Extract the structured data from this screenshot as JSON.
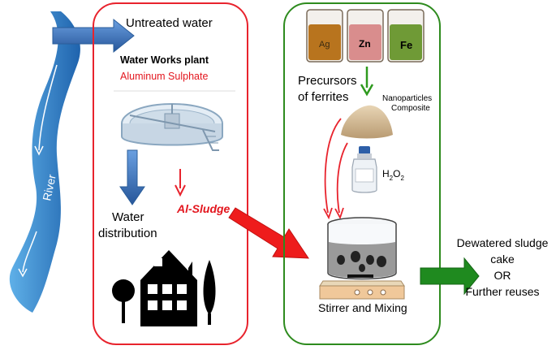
{
  "river": {
    "label": "River"
  },
  "left_panel": {
    "untreated": "Untreated water",
    "plant_title": "Water Works plant",
    "plant_sub": "Aluminum Sulphate",
    "water": "Water",
    "distribution": "distribution",
    "sludge": "Al-Sludge"
  },
  "right_panel": {
    "jars": [
      {
        "label": "Ag",
        "color": "#b8741e"
      },
      {
        "label": "Zn",
        "color": "#d98d8d"
      },
      {
        "label": "Fe",
        "color": "#6f9a36"
      }
    ],
    "precursors_1": "Precursors",
    "precursors_2": "of ferrites",
    "nano_1": "Nanoparticles",
    "nano_2": "Composite",
    "h2o2_main": "H",
    "h2o2_sub1": "2",
    "h2o2_mid": "O",
    "h2o2_sub2": "2",
    "stirrer": "Stirrer and Mixing"
  },
  "output": {
    "line1": "Dewatered sludge",
    "line2": "cake",
    "line3": "OR",
    "line4": "Further reuses"
  },
  "colors": {
    "left_border": "#e8232d",
    "right_border": "#2e8b1e",
    "river": "#2f79c4",
    "inflow_arrow": "#3a78c0",
    "sludge_arrow": "#ee1c1c",
    "out_arrow": "#1f8a1f",
    "sludge_text": "#e3161e",
    "sulphate_text": "#e3161e"
  }
}
